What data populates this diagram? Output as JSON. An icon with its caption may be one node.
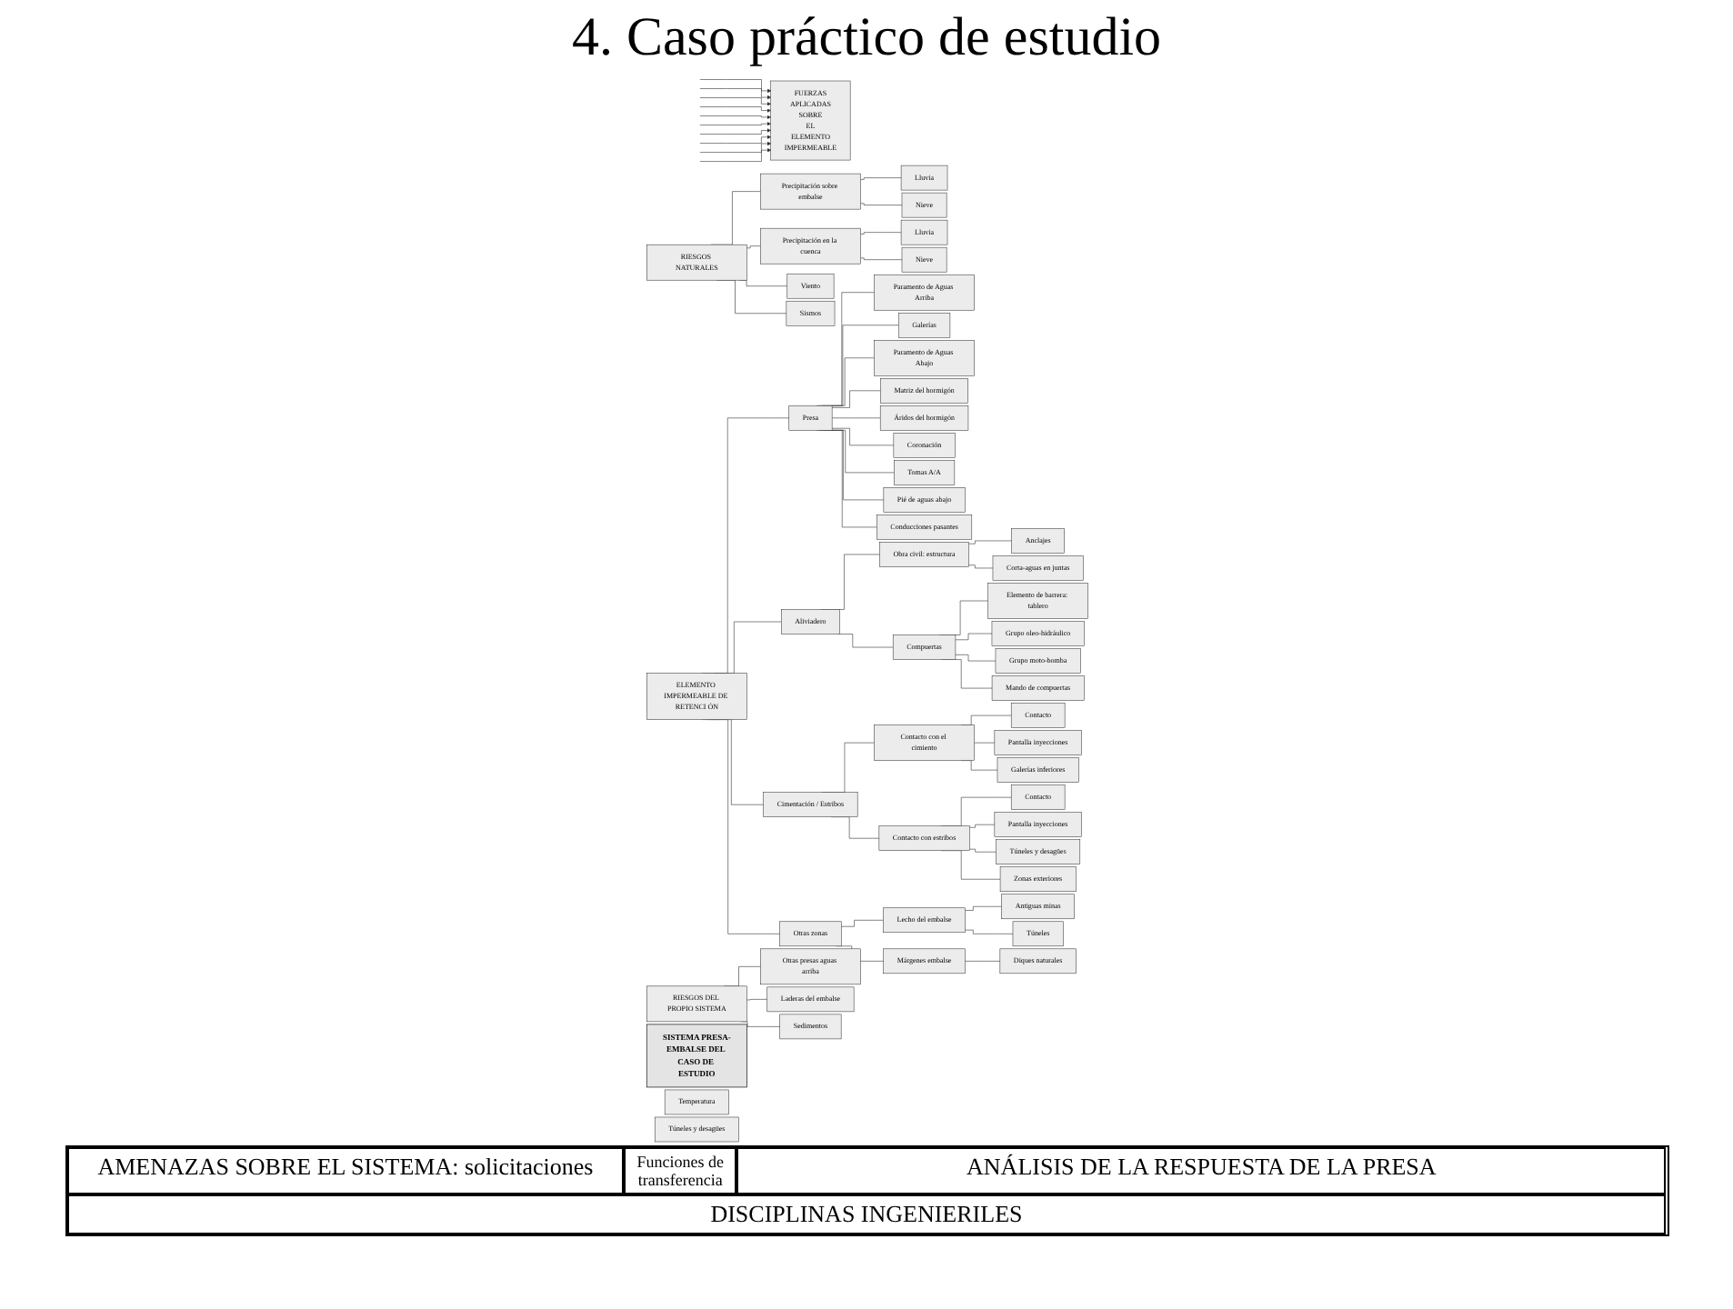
{
  "diagram": {
    "title": "4. Caso práctico de estudio",
    "nodes": [
      {
        "text": [
          "SISTEMA PRESA-EMBALSE DEL CASO DE ESTUDIO"
        ]
      },
      {
        "text": [
          "RIESGOS NATURALES"
        ]
      },
      {
        "text": [
          "RIESGOS DEL PROPIO SISTEMA"
        ]
      },
      {
        "text": [
          "FUERZAS APLICADAS SOBRE EL ELEMENTO IMPERMEABLE"
        ]
      },
      {
        "text": [
          "ELEMENTO IMPERMEABLE DE RETENCI ÓN"
        ]
      },
      {
        "text": [
          "Presa"
        ]
      },
      {
        "text": [
          "Aliviadero"
        ]
      },
      {
        "text": [
          "Cimentación / Estribos"
        ]
      },
      {
        "text": [
          "Otras zonas"
        ]
      },
      {
        "text": [
          "Precipitación sobre embalse"
        ]
      },
      {
        "text": [
          "Lluvia"
        ]
      },
      {
        "text": [
          "Nieve"
        ]
      },
      {
        "text": [
          "Precipitación en la cuenca"
        ]
      },
      {
        "text": [
          "Lluvia"
        ]
      },
      {
        "text": [
          "Nieve"
        ]
      },
      {
        "text": [
          "Temperatura"
        ]
      },
      {
        "text": [
          "Viento"
        ]
      },
      {
        "text": [
          "Sismos"
        ]
      },
      {
        "text": [
          "Otras presas aguas arriba"
        ]
      },
      {
        "text": [
          "Laderas del embalse"
        ]
      },
      {
        "text": [
          "Sedimentos"
        ]
      },
      {
        "text": [
          "Paramento de Aguas Arriba"
        ]
      },
      {
        "text": [
          "Galerías"
        ]
      },
      {
        "text": [
          "Paramento de Aguas Abajo"
        ]
      },
      {
        "text": [
          "Matriz del hormigón"
        ]
      },
      {
        "text": [
          "Áridos del hormigón"
        ]
      },
      {
        "text": [
          "Coronación"
        ]
      },
      {
        "text": [
          "Tomas A/A"
        ]
      },
      {
        "text": [
          "Pié de aguas abajo"
        ]
      },
      {
        "text": [
          "Conducciones pasantes"
        ]
      },
      {
        "text": [
          "Obra civil: estructura"
        ]
      },
      {
        "text": [
          "Anclajes"
        ]
      },
      {
        "text": [
          "Corta-aguas en juntas"
        ]
      },
      {
        "text": [
          "Compuertas"
        ]
      },
      {
        "text": [
          "Elemento de barrera: tablero"
        ]
      },
      {
        "text": [
          "Grupo oleo-hidráulico"
        ]
      },
      {
        "text": [
          "Grupo moto-bomba"
        ]
      },
      {
        "text": [
          "Mando de compuertas"
        ]
      },
      {
        "text": [
          "Contacto con el cimiento"
        ]
      },
      {
        "text": [
          "Contacto"
        ]
      },
      {
        "text": [
          "Pantalla inyecciones"
        ]
      },
      {
        "text": [
          "Túneles y desagües"
        ]
      },
      {
        "text": [
          "Galerías inferiores"
        ]
      },
      {
        "text": [
          "Contacto con estribos"
        ]
      },
      {
        "text": [
          "Contacto"
        ]
      },
      {
        "text": [
          "Pantalla inyecciones"
        ]
      },
      {
        "text": [
          "Túneles y desagües"
        ]
      },
      {
        "text": [
          "Zonas exteriores"
        ]
      },
      {
        "text": [
          "Lecho del embalse"
        ]
      },
      {
        "text": [
          "Antiguas minas"
        ]
      },
      {
        "text": [
          "Túneles"
        ]
      },
      {
        "text": [
          "Márgenes embalse"
        ]
      },
      {
        "text": [
          "Diques naturales"
        ]
      }
    ],
    "edges": [
      {
        "from": 1,
        "to": 9,
        "arrow": "none"
      },
      {
        "from": 9,
        "to": 10,
        "arrow": "none"
      },
      {
        "from": 9,
        "to": 11,
        "arrow": "none"
      },
      {
        "from": 1,
        "to": 12,
        "arrow": "none"
      },
      {
        "from": 12,
        "to": 13,
        "arrow": "none"
      },
      {
        "from": 12,
        "to": 14,
        "arrow": "none"
      },
      {
        "from": 1,
        "to": 16,
        "arrow": "none"
      },
      {
        "from": 1,
        "to": 17,
        "arrow": "none"
      },
      {
        "from": 2,
        "to": 18,
        "arrow": "none"
      },
      {
        "from": 2,
        "to": 19,
        "arrow": "none"
      },
      {
        "from": 2,
        "to": 20,
        "arrow": "none"
      },
      {
        "from": null,
        "to": 3,
        "arrow": "to"
      },
      {
        "from": null,
        "to": 3,
        "arrow": "to"
      },
      {
        "from": null,
        "to": 3,
        "arrow": "to"
      },
      {
        "from": null,
        "to": 3,
        "arrow": "to"
      },
      {
        "from": null,
        "to": 3,
        "arrow": "to"
      },
      {
        "from": null,
        "to": 3,
        "arrow": "to"
      },
      {
        "from": null,
        "to": 3,
        "arrow": "to"
      },
      {
        "from": null,
        "to": 3,
        "arrow": "to"
      },
      {
        "from": null,
        "to": 3,
        "arrow": "to"
      },
      {
        "from": null,
        "to": 3,
        "arrow": "to"
      },
      {
        "from": 4,
        "to": 5,
        "arrow": "none"
      },
      {
        "from": 4,
        "to": 6,
        "arrow": "none"
      },
      {
        "from": 4,
        "to": 7,
        "arrow": "none"
      },
      {
        "from": 4,
        "to": 8,
        "arrow": "none"
      },
      {
        "from": 5,
        "to": 21,
        "arrow": "none"
      },
      {
        "from": 5,
        "to": 22,
        "arrow": "none"
      },
      {
        "from": 5,
        "to": 23,
        "arrow": "none"
      },
      {
        "from": 5,
        "to": 24,
        "arrow": "none"
      },
      {
        "from": 5,
        "to": 25,
        "arrow": "none"
      },
      {
        "from": 5,
        "to": 26,
        "arrow": "none"
      },
      {
        "from": 5,
        "to": 27,
        "arrow": "none"
      },
      {
        "from": 5,
        "to": 28,
        "arrow": "none"
      },
      {
        "from": 5,
        "to": 29,
        "arrow": "none"
      },
      {
        "from": 6,
        "to": 30,
        "arrow": "none"
      },
      {
        "from": 30,
        "to": 31,
        "arrow": "none"
      },
      {
        "from": 30,
        "to": 32,
        "arrow": "none"
      },
      {
        "from": 6,
        "to": 33,
        "arrow": "none"
      },
      {
        "from": 33,
        "to": 34,
        "arrow": "none"
      },
      {
        "from": 33,
        "to": 35,
        "arrow": "none"
      },
      {
        "from": 33,
        "to": 36,
        "arrow": "none"
      },
      {
        "from": 33,
        "to": 37,
        "arrow": "none"
      },
      {
        "from": 7,
        "to": 38,
        "arrow": "none"
      },
      {
        "from": 38,
        "to": 39,
        "arrow": "none"
      },
      {
        "from": 38,
        "to": 40,
        "arrow": "none"
      },
      {
        "from": 38,
        "to": 42,
        "arrow": "none"
      },
      {
        "from": 7,
        "to": 43,
        "arrow": "none"
      },
      {
        "from": 43,
        "to": 44,
        "arrow": "none"
      },
      {
        "from": 43,
        "to": 45,
        "arrow": "none"
      },
      {
        "from": 43,
        "to": 46,
        "arrow": "none"
      },
      {
        "from": 43,
        "to": 47,
        "arrow": "none"
      },
      {
        "from": 8,
        "to": 48,
        "arrow": "none"
      },
      {
        "from": 48,
        "to": 49,
        "arrow": "none"
      },
      {
        "from": 48,
        "to": 50,
        "arrow": "none"
      },
      {
        "from": 8,
        "to": 51,
        "arrow": "none"
      },
      {
        "from": 51,
        "to": 52,
        "arrow": "none"
      }
    ],
    "labels": [
      "AMENAZAS SOBRE EL SISTEMA: solicitaciones",
      "Funciones de transferencia",
      "ANÁLISIS DE LA RESPUESTA DE LA PRESA",
      "DISCIPLINAS INGENIERILES"
    ]
  }
}
